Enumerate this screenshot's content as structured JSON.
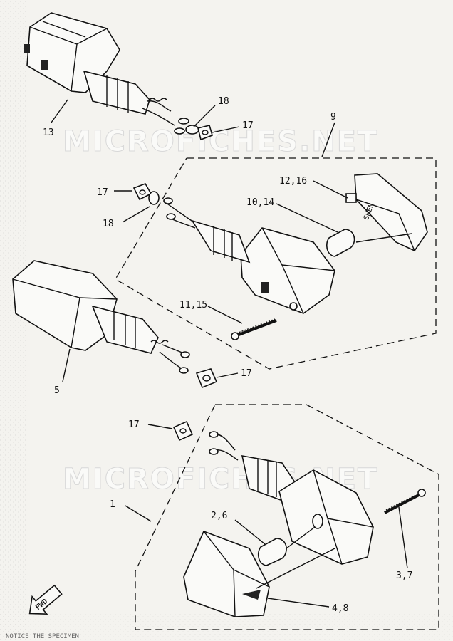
{
  "watermark": "MICROFICHES.NET",
  "fwd_label": "FWD",
  "lens_stamp": "SHEN",
  "bottom_scan_text": "NOTICE THE SPECIMEN",
  "callouts": {
    "c13": "13",
    "c18a": "18",
    "c17a": "17",
    "c9": "9",
    "c17b": "17",
    "c12_16": "12,16",
    "c10_14": "10,14",
    "c18b": "18",
    "c11_15": "11,15",
    "c5": "5",
    "c17c": "17",
    "c17d": "17",
    "c1": "1",
    "c2_6": "2,6",
    "c3_7": "3,7",
    "c4_8": "4,8"
  }
}
